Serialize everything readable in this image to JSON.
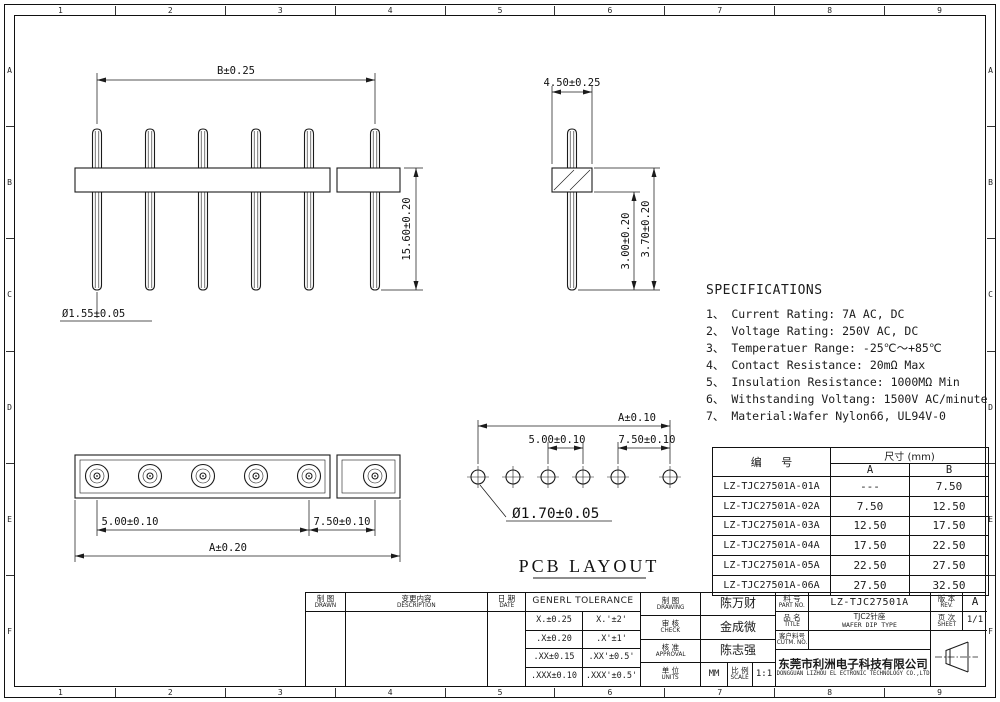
{
  "colors": {
    "ink": "#1b1b1b",
    "paper": "#ffffff"
  },
  "frame": {
    "cols": [
      "1",
      "2",
      "3",
      "4",
      "5",
      "6",
      "7",
      "8",
      "9"
    ],
    "rows": [
      "A",
      "B",
      "C",
      "D",
      "E",
      "F"
    ]
  },
  "views": {
    "side": {
      "dim_overall": "B±0.25",
      "dim_height": "15.60±0.20",
      "dim_pin": "Ø1.55±0.05"
    },
    "single": {
      "dim_width": "4.50±0.25",
      "dim_tail": "3.00±0.20",
      "dim_total": "3.70±0.20"
    },
    "top": {
      "dim_pitch": "5.00±0.10",
      "dim_end": "7.50±0.10",
      "dim_overall": "A±0.20"
    },
    "pcb": {
      "dim_overall": "A±0.10",
      "dim_pitch": "5.00±0.10",
      "dim_end": "7.50±0.10",
      "dim_hole": "Ø1.70±0.05",
      "caption": "PCB LAYOUT"
    }
  },
  "specs": {
    "title": "SPECIFICATIONS",
    "items": [
      "1、 Current Rating: 7A AC, DC",
      "2、 Voltage Rating: 250V AC, DC",
      "3、 Temperatuer Range: -25℃～+85℃",
      "4、 Contact Resistance: 20mΩ  Max",
      "5、 Insulation Resistance: 1000MΩ  Min",
      "6、 Withstanding Voltang: 1500V AC/minute",
      "7、 Material:Wafer Nylon66, UL94V-0"
    ]
  },
  "parts": {
    "header_part": "编  号",
    "header_size": "尺寸 (mm)",
    "header_a": "A",
    "header_b": "B",
    "rows": [
      {
        "pn": "LZ-TJC27501A-01A",
        "a": "---",
        "b": "7.50"
      },
      {
        "pn": "LZ-TJC27501A-02A",
        "a": "7.50",
        "b": "12.50"
      },
      {
        "pn": "LZ-TJC27501A-03A",
        "a": "12.50",
        "b": "17.50"
      },
      {
        "pn": "LZ-TJC27501A-04A",
        "a": "17.50",
        "b": "22.50"
      },
      {
        "pn": "LZ-TJC27501A-05A",
        "a": "22.50",
        "b": "27.50"
      },
      {
        "pn": "LZ-TJC27501A-06A",
        "a": "27.50",
        "b": "32.50"
      }
    ]
  },
  "title_block": {
    "drawn": {
      "cn": "制 图",
      "en": "DRAWN"
    },
    "description": {
      "cn": "变更内容",
      "en": "DESCRIPTION"
    },
    "date": {
      "cn": "日 期",
      "en": "DATE"
    },
    "tolerance_title": "GENERL  TOLERANCE",
    "tolerances": [
      {
        "lin": "X.±0.25",
        "ang": "X.'±2'"
      },
      {
        "lin": ".X±0.20",
        "ang": ".X'±1'"
      },
      {
        "lin": ".XX±0.15",
        "ang": ".XX'±0.5'"
      },
      {
        "lin": ".XXX±0.10",
        "ang": ".XXX'±0.5'"
      }
    ],
    "drawing": {
      "cn": "制 图",
      "en": "DRAWING",
      "value": "陈万财"
    },
    "check": {
      "cn": "审 核",
      "en": "CHECK",
      "value": "金成微"
    },
    "approval": {
      "cn": "核 准",
      "en": "APPROVAL",
      "value": "陈志强"
    },
    "units": {
      "cn": "单 位",
      "en": "UNITS",
      "value": "MM"
    },
    "scale": {
      "cn": "比 例",
      "en": "SCALE",
      "value": "1:1"
    },
    "part_no": {
      "cn": "料 号",
      "en": "PART NO.",
      "value": "LZ-TJC27501A"
    },
    "title": {
      "cn": "品 名",
      "en": "TITLE",
      "value1": "TJC2针座",
      "value2": "WAFER DIP TYPE"
    },
    "customer_no": {
      "cn": "客户料号",
      "en": "CUTM. NO."
    },
    "rev": {
      "cn": "版 本",
      "en": "REV.",
      "value": "A"
    },
    "sheet": {
      "cn": "页 次",
      "en": "SHEET",
      "value": "1/1"
    },
    "company_cn": "东莞市利洲电子科技有限公司",
    "company_en": "DONGGUAN LIZHOU EL ECTRONIC TECHNOLOGY CO.,LTD"
  }
}
